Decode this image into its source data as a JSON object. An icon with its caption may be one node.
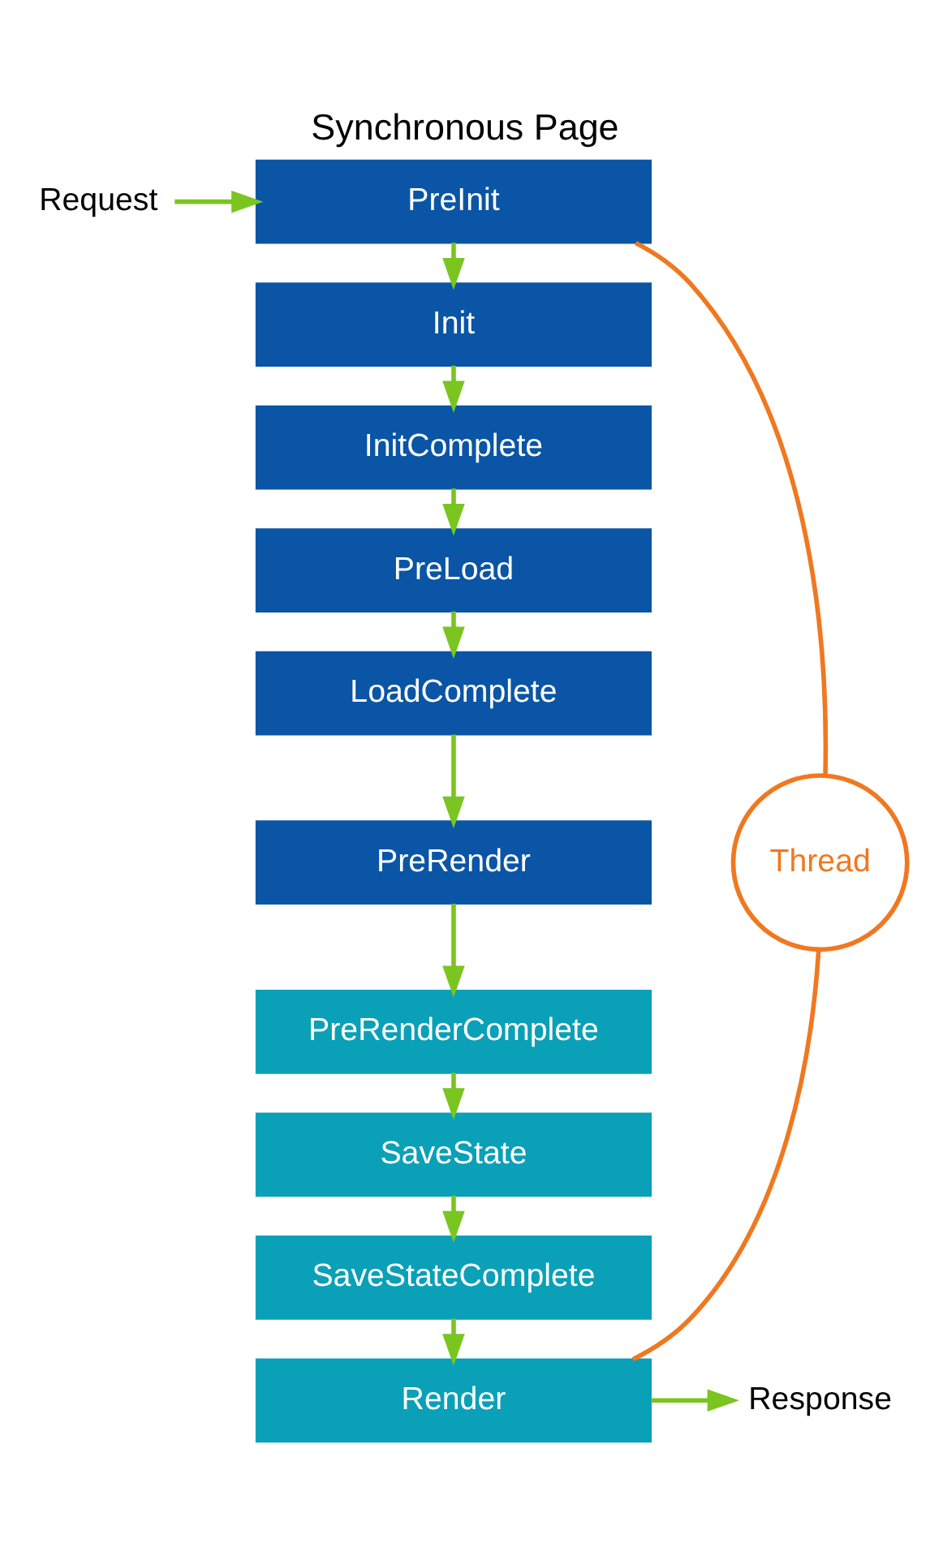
{
  "diagram": {
    "title": "Synchronous Page",
    "nodes": [
      {
        "text": [
          "PreInit"
        ]
      },
      {
        "text": [
          "Init"
        ]
      },
      {
        "text": [
          "InitComplete"
        ]
      },
      {
        "text": [
          "PreLoad"
        ]
      },
      {
        "text": [
          "LoadComplete"
        ]
      },
      {
        "text": [
          "PreRender"
        ]
      },
      {
        "text": [
          "PreRenderComplete"
        ]
      },
      {
        "text": [
          "SaveState"
        ]
      },
      {
        "text": [
          "SaveStateComplete"
        ]
      },
      {
        "text": [
          "Render"
        ]
      },
      {
        "text": [
          "Thread"
        ]
      },
      {
        "text": [
          "Request"
        ]
      },
      {
        "text": [
          "Response"
        ]
      }
    ],
    "edges": [
      {
        "from": 11,
        "to": 0,
        "arrow": "to"
      },
      {
        "from": 0,
        "to": 1,
        "arrow": "to"
      },
      {
        "from": 1,
        "to": 2,
        "arrow": "to"
      },
      {
        "from": 2,
        "to": 3,
        "arrow": "to"
      },
      {
        "from": 3,
        "to": 4,
        "arrow": "to"
      },
      {
        "from": 4,
        "to": 5,
        "arrow": "to"
      },
      {
        "from": 5,
        "to": 6,
        "arrow": "to"
      },
      {
        "from": 6,
        "to": 7,
        "arrow": "to"
      },
      {
        "from": 7,
        "to": 8,
        "arrow": "to"
      },
      {
        "from": 8,
        "to": 9,
        "arrow": "to"
      },
      {
        "from": 9,
        "to": 12,
        "arrow": "to"
      },
      {
        "from": 0,
        "to": 10,
        "arrow": "none",
        "color": "#f07820"
      },
      {
        "from": 10,
        "to": 9,
        "arrow": "none",
        "color": "#f07820"
      }
    ]
  }
}
